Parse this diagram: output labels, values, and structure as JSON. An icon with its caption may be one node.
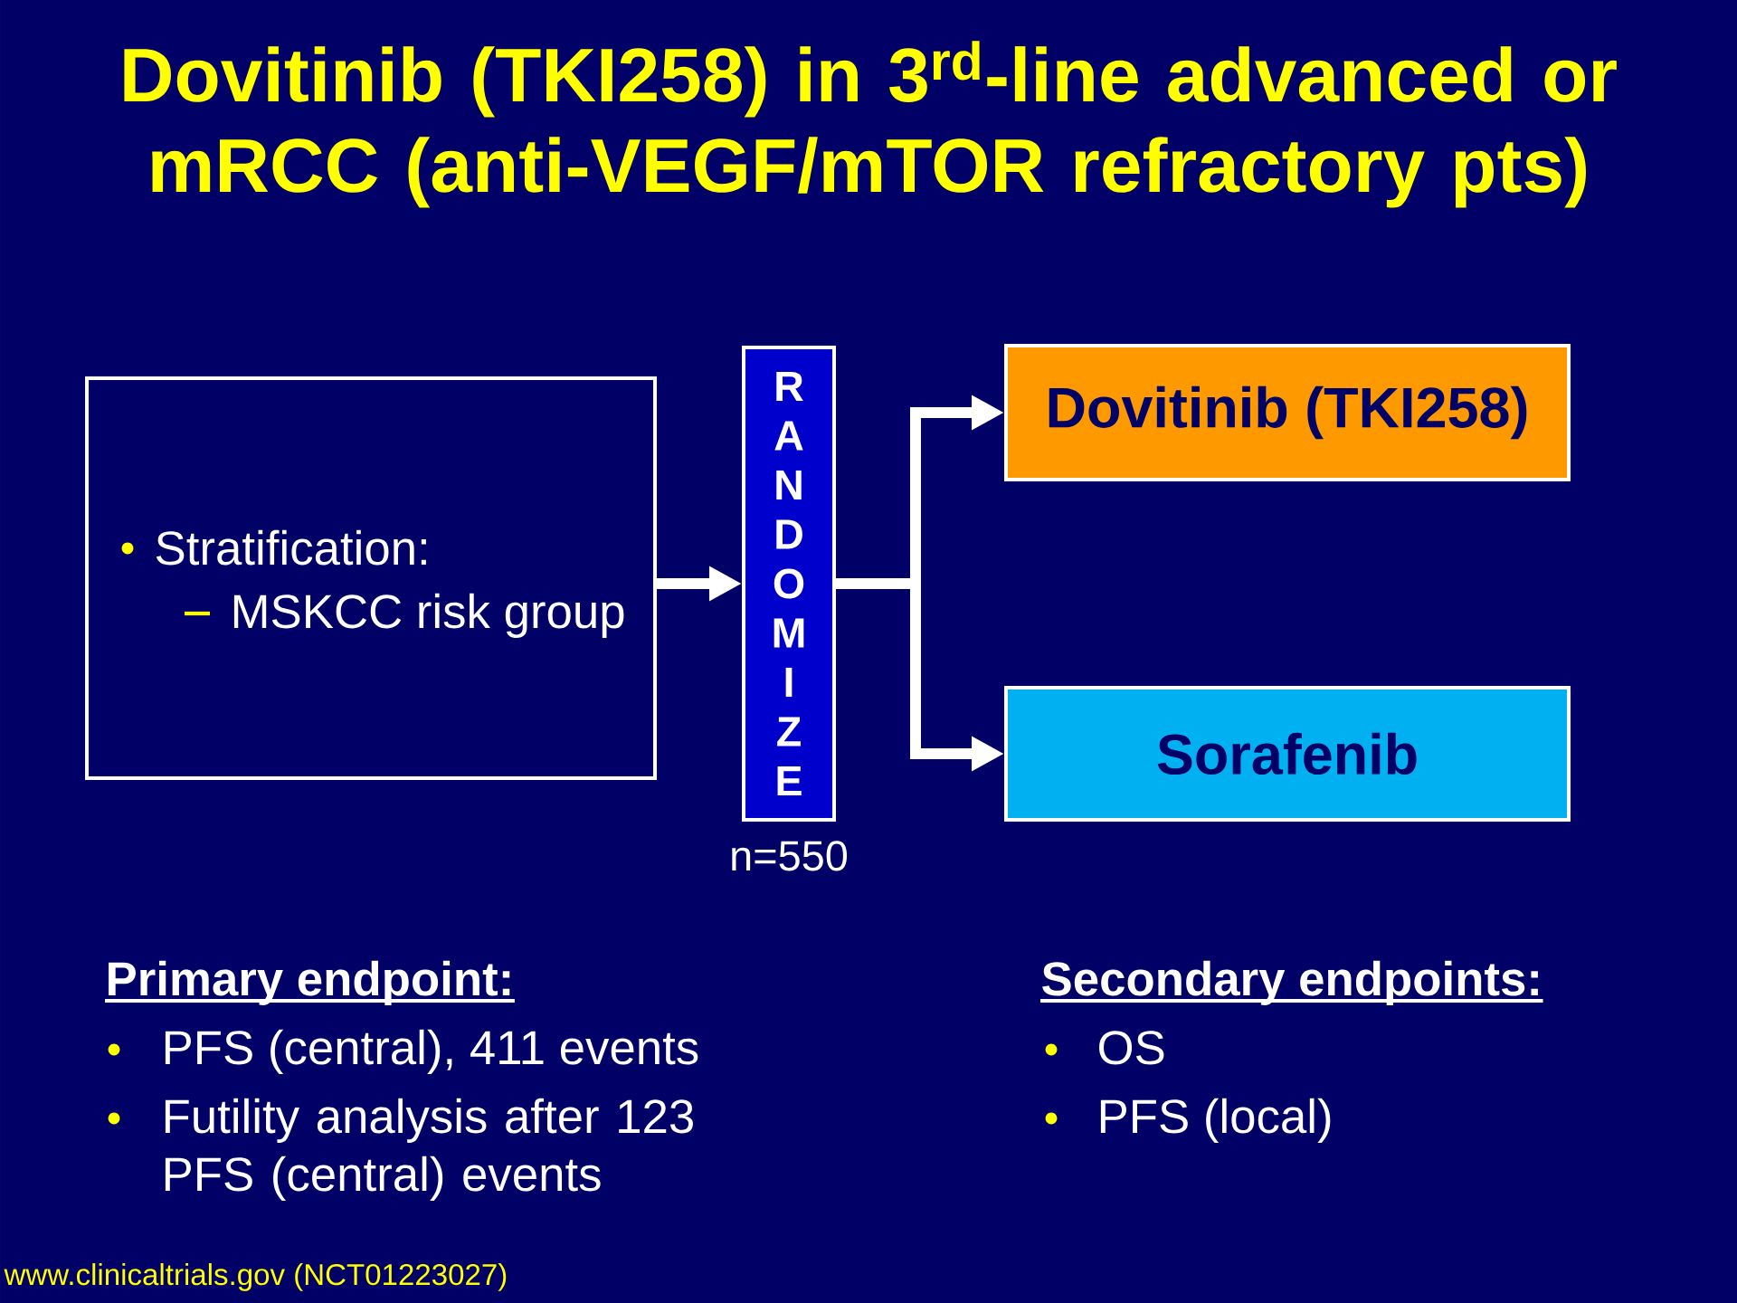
{
  "diagram": {
    "title": "Dovitinib (TKI258) in 3$^{rd}$-line advanced or mRCC (anti-VEGF/mTOR refractory pts)",
    "nodes": [
      {
        "text": [
          "Stratification:",
          "MSKCC risk group"
        ]
      },
      {
        "text": [
          "RANDOMIZE"
        ],
        "beside": [
          "n=550"
        ]
      },
      {
        "text": [
          "Dovitinib (TKI258)"
        ]
      },
      {
        "text": [
          "Sorafenib"
        ]
      }
    ],
    "edges": [
      {
        "from": 0,
        "to": 1,
        "arrow": "to"
      },
      {
        "from": 1,
        "to": 2,
        "arrow": "to"
      },
      {
        "from": 1,
        "to": 3,
        "arrow": "to"
      }
    ],
    "labels": [
      "Primary endpoint:",
      "PFS (central), 411 events",
      "Futility analysis after 123 PFS (central) events",
      "Secondary endpoints:",
      "OS",
      "PFS (local)",
      "www.clinicaltrials.gov (NCT01223027)"
    ]
  }
}
